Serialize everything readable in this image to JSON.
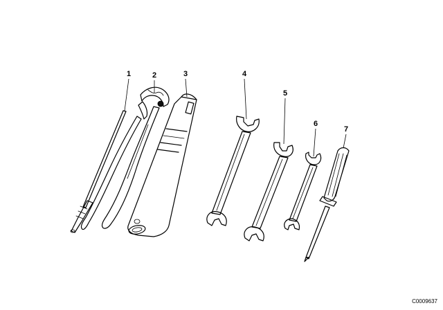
{
  "diagram": {
    "parts": [
      {
        "id": "part-1",
        "callout": "1",
        "kind": "drift-punch"
      },
      {
        "id": "part-2",
        "callout": "2",
        "kind": "water-pump-pliers"
      },
      {
        "id": "part-3",
        "callout": "3",
        "kind": "spark-plug-socket"
      },
      {
        "id": "part-4",
        "callout": "4",
        "kind": "open-end-wrench"
      },
      {
        "id": "part-5",
        "callout": "5",
        "kind": "open-end-wrench"
      },
      {
        "id": "part-6",
        "callout": "6",
        "kind": "open-end-wrench"
      },
      {
        "id": "part-7",
        "callout": "7",
        "kind": "screwdriver"
      }
    ],
    "document_id": "C0009637"
  }
}
